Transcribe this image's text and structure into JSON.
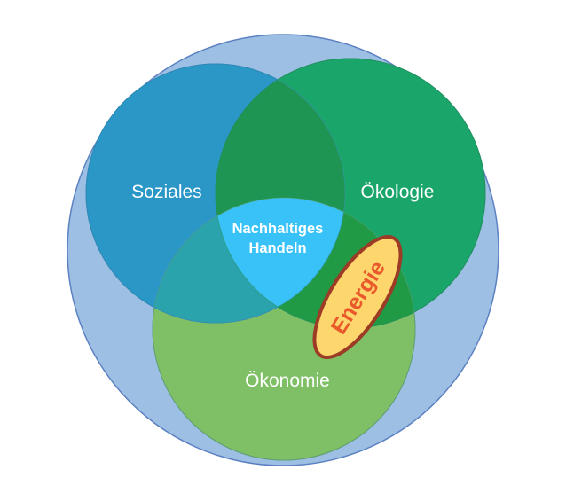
{
  "diagram": {
    "circles": {
      "soziales": {
        "label": "Soziales",
        "color": "#2a97c7"
      },
      "oekologie": {
        "label": "Ökologie",
        "color": "#1aa66a"
      },
      "oekonomie": {
        "label": "Ökonomie",
        "color": "#7fc066"
      }
    },
    "center": {
      "line1": "Nachhaltiges",
      "line2": "Handeln",
      "color": "#38c2f7"
    },
    "energie": {
      "label": "Energie",
      "fill": "#fdd76e",
      "stroke": "#9c3b26",
      "text_color": "#e9592b"
    },
    "outer_color": "#9cbfe3",
    "outer_stroke": "#5d82c2"
  }
}
